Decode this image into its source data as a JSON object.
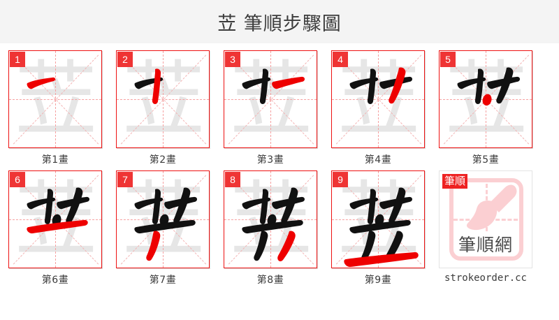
{
  "header": {
    "title": "苙 筆順步驟圖"
  },
  "character": {
    "glyph": "苙",
    "total_strokes": 9
  },
  "stroke_rows": [
    [
      {
        "badge": "1",
        "caption": "第1畫",
        "stroke_index": 1,
        "current_stroke": "横 (heng) — left part of grass radical top bar",
        "stroke_color": "#ee0000"
      },
      {
        "badge": "2",
        "caption": "第2畫",
        "stroke_index": 2,
        "current_stroke": "竖 (shu) — left vertical of grass radical",
        "stroke_color": "#ee0000"
      },
      {
        "badge": "3",
        "caption": "第3畫",
        "stroke_index": 3,
        "current_stroke": "横 (heng) — right part of grass radical top bar",
        "stroke_color": "#ee0000"
      },
      {
        "badge": "4",
        "caption": "第4畫",
        "stroke_index": 4,
        "current_stroke": "竖 (shu) — right vertical of grass radical",
        "stroke_color": "#ee0000"
      },
      {
        "badge": "5",
        "caption": "第5畫",
        "stroke_index": 5,
        "current_stroke": "点 (dian) — dot at top of 立",
        "stroke_color": "#ee0000"
      }
    ],
    [
      {
        "badge": "6",
        "caption": "第6畫",
        "stroke_index": 6,
        "current_stroke": "横 (heng) — upper horizontal of 立",
        "stroke_color": "#ee0000"
      },
      {
        "badge": "7",
        "caption": "第7畫",
        "stroke_index": 7,
        "current_stroke": "点 (dian) — left short stroke of 立",
        "stroke_color": "#ee0000"
      },
      {
        "badge": "8",
        "caption": "第8畫",
        "stroke_index": 8,
        "current_stroke": "撇 (pie) — right short stroke of 立",
        "stroke_color": "#ee0000"
      },
      {
        "badge": "9",
        "caption": "第9畫",
        "stroke_index": 9,
        "current_stroke": "横 (heng) — bottom horizontal of 立",
        "stroke_color": "#ee0000"
      }
    ]
  ],
  "logo": {
    "badge": "筆順",
    "brand_text": "筆順網",
    "caption": "strokeorder.cc",
    "brush_icon": "brush-icon",
    "frame_color": "#fbcfd2",
    "badge_color": "#ee2222"
  },
  "colors": {
    "header_bg": "#f4f4f4",
    "grid_border": "#ee1111",
    "guide_line": "#f6a0a0",
    "ghost_glyph": "#e6e6e6",
    "ink_glyph": "#111111",
    "active_stroke": "#ee0000",
    "badge_bg": "#ef3434",
    "text": "#3c3c3c"
  }
}
